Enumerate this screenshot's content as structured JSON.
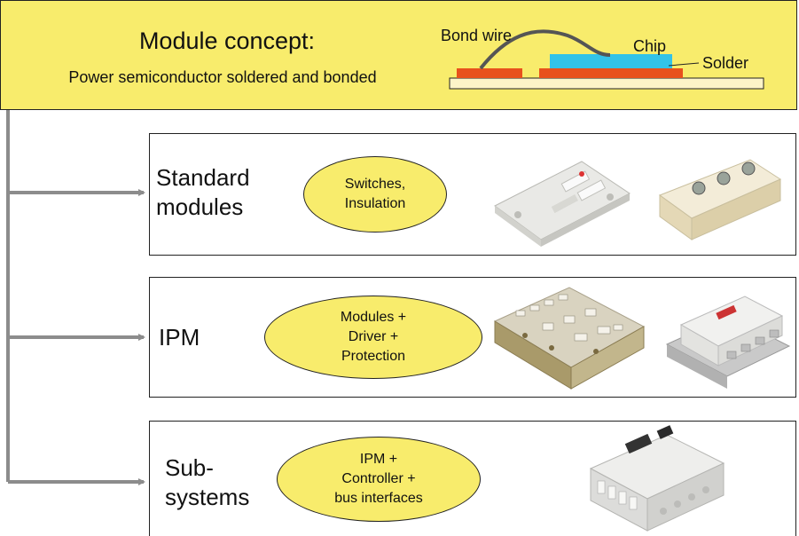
{
  "header": {
    "title": "Module concept:",
    "subtitle": "Power semiconductor soldered and bonded",
    "diagram_labels": {
      "bond_wire": "Bond wire",
      "chip": "Chip",
      "solder": "Solder"
    },
    "colors": {
      "background": "#f8ec6c",
      "chip": "#33c3e8",
      "solder": "#e8511c",
      "substrate": "#fdf4c8"
    }
  },
  "rows": [
    {
      "label_lines": [
        "Standard",
        "modules"
      ],
      "bubble_lines": [
        "Switches,",
        "Insulation"
      ],
      "images": [
        "semix-module-photo",
        "standard-module-photo"
      ]
    },
    {
      "label_lines": [
        "IPM"
      ],
      "bubble_lines": [
        "Modules +",
        "Driver +",
        "Protection"
      ],
      "images": [
        "ipm-board-photo",
        "ipm-module-photo"
      ]
    },
    {
      "label_lines": [
        "Sub-",
        "systems"
      ],
      "bubble_lines": [
        "IPM +",
        "Controller +",
        "bus interfaces"
      ],
      "images": [
        "subsystem-photo"
      ]
    }
  ],
  "connector_color": "#8c8c8c"
}
